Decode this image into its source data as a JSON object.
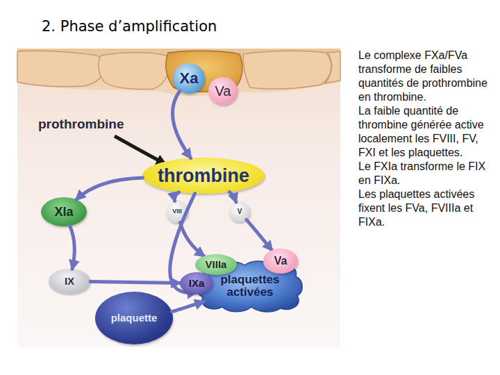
{
  "diagram": {
    "title": "2. Phase d’amplification",
    "nodes": [
      {
        "text": [
          "Xa"
        ]
      },
      {
        "text": [
          "Va"
        ]
      },
      {
        "text": [
          "thrombine"
        ]
      },
      {
        "text": [
          "XIa"
        ]
      },
      {
        "text": [
          "VIII"
        ]
      },
      {
        "text": [
          "V"
        ]
      },
      {
        "text": [
          "VIIIa"
        ]
      },
      {
        "text": [
          "Va"
        ]
      },
      {
        "text": [
          "IX"
        ]
      },
      {
        "text": [
          "IXa"
        ]
      },
      {
        "text": [
          "plaquettes activées"
        ]
      },
      {
        "text": [
          "plaquette"
        ]
      }
    ],
    "edges": [
      {
        "from": 0,
        "to": 2,
        "arrow": "to"
      },
      {
        "from": 2,
        "to": 3,
        "arrow": "to"
      },
      {
        "from": 2,
        "to": 4,
        "arrow": "to"
      },
      {
        "from": 2,
        "to": 5,
        "arrow": "to"
      },
      {
        "from": 4,
        "to": 6,
        "arrow": "to"
      },
      {
        "from": 5,
        "to": 7,
        "arrow": "to"
      },
      {
        "from": 3,
        "to": 8,
        "arrow": "to"
      },
      {
        "from": 8,
        "to": 9,
        "arrow": "to"
      },
      {
        "from": 11,
        "to": 10,
        "arrow": "to"
      },
      {
        "from": 2,
        "to": 10,
        "arrow": "to"
      }
    ],
    "labels": [
      "prothrombine",
      "Le complexe FXa/FVa transforme de faibles quantités de prothrombine en thrombine.",
      "La faible quantité de thrombine générée active localement les FVIII, FV, FXI et les plaquettes.",
      "Le FXIa transforme le FIX en FIXa.",
      "Les plaquettes activées fixent les FVa, FVIIIa et FIXa."
    ]
  }
}
